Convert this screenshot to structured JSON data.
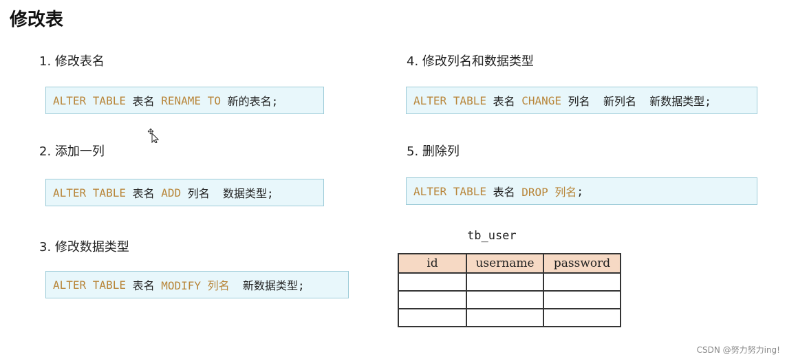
{
  "title": "修改表",
  "sections": [
    {
      "label": "1. 修改表名",
      "code": [
        {
          "t": "ALTER TABLE",
          "k": true
        },
        {
          "t": " 表名 ",
          "k": false
        },
        {
          "t": "RENAME TO",
          "k": true
        },
        {
          "t": " 新的表名;",
          "k": false
        }
      ]
    },
    {
      "label": "2. 添加一列",
      "code": [
        {
          "t": "ALTER TABLE",
          "k": true
        },
        {
          "t": " 表名 ",
          "k": false
        },
        {
          "t": "ADD",
          "k": true
        },
        {
          "t": " 列名  数据类型;",
          "k": false
        }
      ]
    },
    {
      "label": "3. 修改数据类型",
      "code": [
        {
          "t": "ALTER TABLE",
          "k": true
        },
        {
          "t": " 表名 ",
          "k": false
        },
        {
          "t": "MODIFY 列名",
          "k": true
        },
        {
          "t": "  新数据类型;",
          "k": false
        }
      ]
    },
    {
      "label": "4. 修改列名和数据类型",
      "code": [
        {
          "t": "ALTER TABLE",
          "k": true
        },
        {
          "t": " 表名 ",
          "k": false
        },
        {
          "t": "CHANGE",
          "k": true
        },
        {
          "t": " 列名  新列名  新数据类型;",
          "k": false
        }
      ]
    },
    {
      "label": "5. 删除列",
      "code": [
        {
          "t": "ALTER TABLE",
          "k": true
        },
        {
          "t": " 表名 ",
          "k": false
        },
        {
          "t": "DROP 列名",
          "k": true
        },
        {
          "t": ";",
          "k": false
        }
      ]
    }
  ],
  "table": {
    "name": "tb_user",
    "headers": [
      "id",
      "username",
      "password"
    ],
    "rows": [
      [
        "",
        "",
        ""
      ],
      [
        "",
        "",
        ""
      ],
      [
        "",
        "",
        ""
      ]
    ]
  },
  "watermark": "CSDN @努力努力ing!",
  "colors": {
    "keyword": "#b8863a",
    "code_bg": "#e8f7fb",
    "header_bg": "#f6d9c4"
  },
  "icons": [
    "move-cursor-icon"
  ]
}
